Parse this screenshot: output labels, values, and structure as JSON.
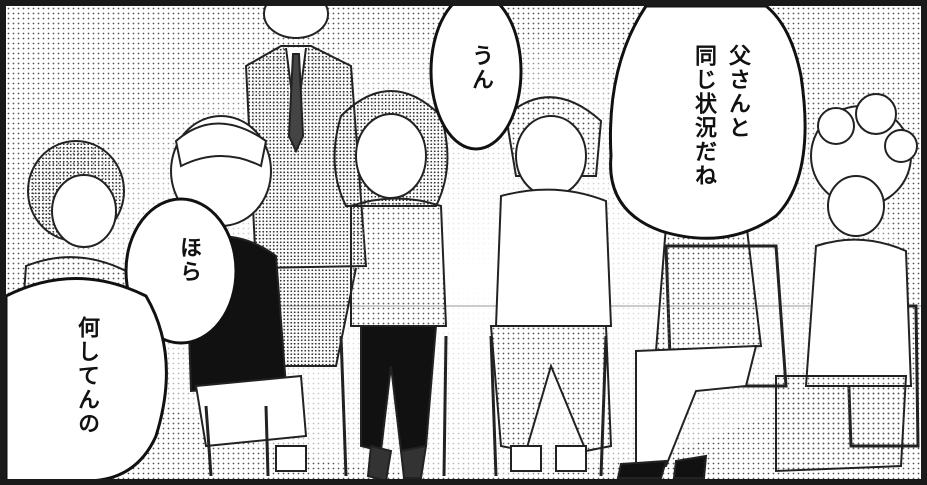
{
  "panel": {
    "bubbles": [
      {
        "id": "father",
        "lines": [
          "父さんと",
          "同じ状況だね"
        ]
      },
      {
        "id": "un",
        "lines": [
          "うん"
        ]
      },
      {
        "id": "hora",
        "lines": [
          "ほら"
        ]
      },
      {
        "id": "nani",
        "lines": [
          "何してんの"
        ]
      }
    ]
  }
}
